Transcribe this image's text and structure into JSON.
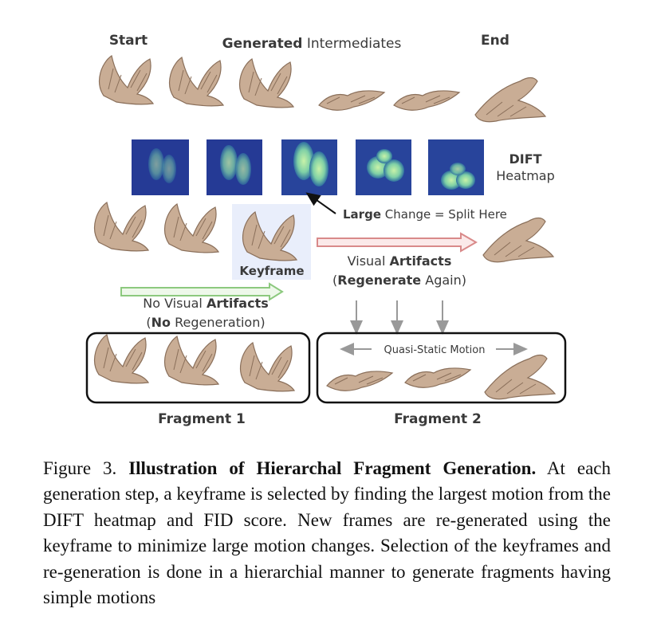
{
  "figure": {
    "labels": {
      "start": "Start",
      "generated_bold": "Generated",
      "generated_rest": " Intermediates",
      "end": "End",
      "dift_line1": "DIFT",
      "dift_line2": "Heatmap",
      "large_bold": "Large",
      "large_rest": " Change = Split Here",
      "keyframe": "Keyframe",
      "visual_artifacts_pre": "Visual ",
      "visual_artifacts_bold": "Artifacts",
      "regen_open": "(",
      "regen_bold": "Regenerate",
      "regen_rest": " Again)",
      "no_visual_pre": "No Visual ",
      "no_visual_bold": "Artifacts",
      "no_regen_open": "(",
      "no_regen_bold": "No",
      "no_regen_rest": " Regeneration)",
      "quasi_static": "Quasi-Static Motion",
      "fragment1": "Fragment 1",
      "fragment2": "Fragment 2"
    },
    "colors": {
      "heatmap_bg": "#2a3f9a",
      "heatmap_blob": "#8fd9a0",
      "green_arrow": "#8cc97e",
      "red_arrow": "#d98a8a",
      "bird": "#c9ad95",
      "keyframe_highlight": "#e9eefb"
    }
  },
  "caption": {
    "prefix": "Figure 3. ",
    "title": "Illustration of Hierarchal Fragment Generation.",
    "body": " At each generation step, a keyframe is selected by finding the largest motion from the DIFT heatmap and FID score. New frames are re-generated using the keyframe to minimize large motion changes. Selection of the keyframes and re-generation is done in a hierarchial manner to generate fragments having simple motions"
  }
}
